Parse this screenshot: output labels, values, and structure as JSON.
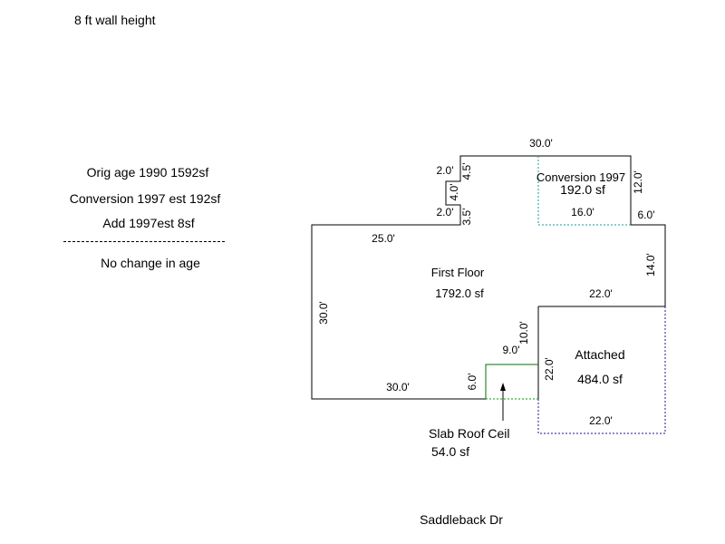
{
  "wall_height": "8 ft wall height",
  "notes": {
    "orig": "Orig age 1990 1592sf",
    "conversion": "Conversion 1997 est 192sf",
    "add": "Add 1997est 8sf",
    "no_change": "No change in age"
  },
  "rooms": {
    "first_floor": {
      "name": "First Floor",
      "area": "1792.0 sf"
    },
    "conversion": {
      "name": "Conversion 1997",
      "area": "192.0 sf"
    },
    "attached": {
      "name": "Attached",
      "area": "484.0 sf"
    },
    "slab": {
      "name": "Slab Roof Ceil",
      "area": "54.0 sf"
    }
  },
  "dimensions": {
    "top": "30.0'",
    "upper_left_top": "2.0'",
    "upper_left_vertical": "4.5'",
    "notch_vertical": "4.0'",
    "notch_bottom": "2.0'",
    "lower_left_vertical": "3.5'",
    "conversion_right": "12.0'",
    "conversion_bottom": "16.0'",
    "right_step": "6.0'",
    "left_top": "25.0'",
    "right_vertical": "14.0'",
    "garage_top": "22.0'",
    "left_vertical": "30.0'",
    "bottom": "30.0'",
    "slab_vertical": "6.0'",
    "slab_top": "9.0'",
    "inner_vertical": "10.0'",
    "garage_left": "22.0'",
    "garage_bottom": "22.0'"
  },
  "street": "Saddleback Dr",
  "colors": {
    "outline": "#000000",
    "conversion_outline": "#0aa0a0",
    "garage_outline": "#1a1a8c",
    "slab_outline": "#007000",
    "slab_dashed": "#00a000"
  }
}
